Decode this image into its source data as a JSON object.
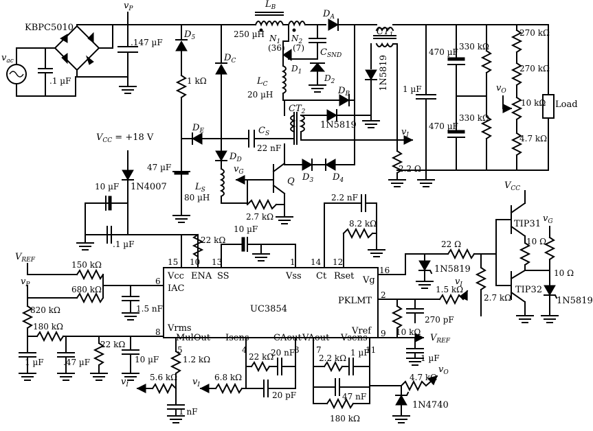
{
  "labels": {
    "bridge": "KBPC5010",
    "vac": "v",
    "vac_sub": "ac",
    "vp_top": "v",
    "vp_sub": "P",
    "lb": "L",
    "lb_sub": "B",
    "da": "D",
    "da_sub": "A",
    "n1": "250 µH",
    "n1_name": "N",
    "n1_sub": "1",
    "n1_turns": "(36)",
    "n2_name": "N",
    "n2_sub": "2",
    "n2_turns": "(7)",
    "csnd": "C",
    "csnd_sub": "SND",
    "ct1": "CT",
    "ct1_sub": "1",
    "d1": "D",
    "d1_sub": "1",
    "d2": "D",
    "d2_sub": "2",
    "lc": "L",
    "lc_sub": "C",
    "lc_val": "20 µH",
    "db": "D",
    "db_sub": "B",
    "ct2": "CT",
    "ct2_sub": "2",
    "d_1n5819_ct1": "1N5819",
    "d_1n5819_ct2": "1N5819",
    "c147": ".147 µF",
    "d5": "D",
    "d5_sub": "5",
    "r1k": "1 kΩ",
    "dc": "D",
    "dc_sub": "C",
    "de": "D",
    "de_sub": "E",
    "cs": "C",
    "cs_sub": "S",
    "cs_val": "22 nF",
    "dd": "D",
    "dd_sub": "D",
    "vcc": "V",
    "vcc_sub": "CC",
    "vcc_val": " = +18 V",
    "c47": "47 µF",
    "ls": "L",
    "ls_sub": "S",
    "ls_val": "80 µH",
    "vg": "v",
    "vg_sub": "G",
    "q": "Q",
    "d3": "D",
    "d3_sub": "3",
    "d4": "D",
    "d4_sub": "4",
    "r27k": "2.7 kΩ",
    "vi": "v",
    "vi_sub": "I",
    "r22ohm": "2.2 Ω",
    "c1uf_out": "1 µF",
    "c470a": "470 µF",
    "c470b": "470 µF",
    "r330a": "330 kΩ",
    "r330b": "330 kΩ",
    "r270a": "270 kΩ",
    "r270b": "270 kΩ",
    "r10k_pot": "10 kΩ",
    "r47k": "4.7 kΩ",
    "vo": "v",
    "vo_sub": "O",
    "load": "Load",
    "d1n4007": "1N4007",
    "c10uf_a": "10 µF",
    "c01uf": ".1 µF",
    "c1uf_ac": ".1 µF",
    "r22k_top": "22 kΩ",
    "c10uf_ss": "10 µF",
    "c22nf_ct": "2.2 nF",
    "r82k": "8.2 kΩ",
    "ic": "UC3854",
    "pin15": "15",
    "pin10": "10",
    "pin13": "13",
    "pin1": "1",
    "pin14": "14",
    "pin12": "12",
    "pin16": "16",
    "pin6": "6",
    "pin2": "2",
    "pin8": "8",
    "pin9": "9",
    "pin5": "5",
    "pin4": "4",
    "pin3": "3",
    "pin7": "7",
    "pin11": "11",
    "vccpin": "Vcc",
    "enapin": "ENA",
    "sspin": "SS",
    "vsspin": "Vss",
    "ctpin": "Ct",
    "rsetpin": "Rset",
    "vgpin": "Vg",
    "iacpin": "IAC",
    "pklmtpin": "PKLMT",
    "vrmspin": "Vrms",
    "vrefpin": "Vref",
    "muloutpin": "MulOut",
    "isenspin": "Isens",
    "caoutpin": "CAout",
    "vaoutpin": "VAout",
    "vsenspin": "Vsens",
    "vref_l": "V",
    "vref_l_sub": "REF",
    "vref_r": "V",
    "vref_r_sub": "REF",
    "r150k": "150 kΩ",
    "r680k": "680 kΩ",
    "c15nf": "1.5 nF",
    "vp_l": "v",
    "vp_l_sub": "P",
    "r820k": "820 kΩ",
    "r180k": "180 kΩ",
    "c1uf_l": "1 µF",
    "c047": ".47 µF",
    "r22k_l": "22 kΩ",
    "c10uf_l": "10 µF",
    "r12k": "1.2 kΩ",
    "r56k": "5.6 kΩ",
    "vi_l": "v",
    "vi_l_sub": "I",
    "c1nf": "1 nF",
    "r68k": "6.8 kΩ",
    "vi_m": "v",
    "vi_m_sub": "I",
    "r22k_m": "22 kΩ",
    "c20nf": "20 nF",
    "c20pf": "20 pF",
    "r22k_v": "2.2 kΩ",
    "c1uf_v": "1 µF",
    "c47nf": "47 nF",
    "r180k_v": "180 kΩ",
    "r47k_b": "4.7 kΩ",
    "vo_b": "v",
    "vo_b_sub": "O",
    "d1n4740": "1N4740",
    "r22ohm_g": "22 Ω",
    "d1n5819_g": "1N5819",
    "r15k": "1.5 kΩ",
    "vi_r": "v",
    "vi_r_sub": "I",
    "r27k_g": "2.7 kΩ",
    "r10k_p": "10 kΩ",
    "c270pf": "270 pF",
    "c1uf_r": "1 µF",
    "vcc2": "V",
    "vcc2_sub": "CC",
    "tip31": "TIP31",
    "tip32": "TIP32",
    "r10ohm_a": "10 Ω",
    "r10ohm_b": "10 Ω",
    "vg_r": "v",
    "vg_r_sub": "G",
    "d1n5819_r": "1N5819"
  }
}
